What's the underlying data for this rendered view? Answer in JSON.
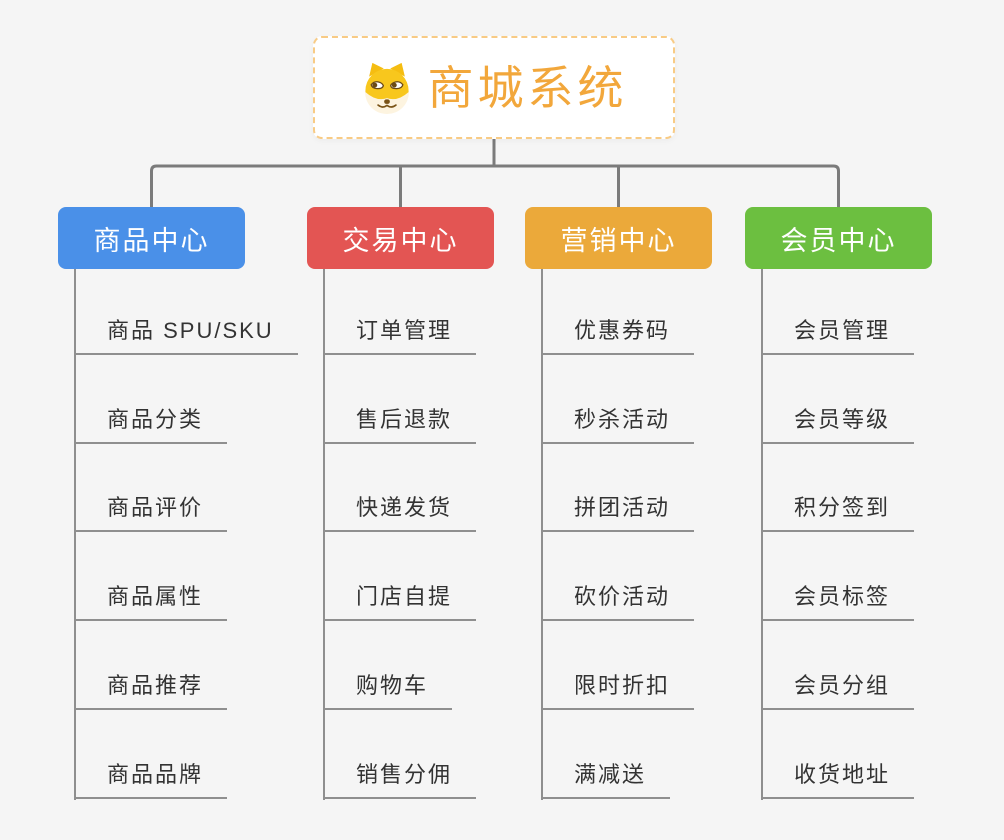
{
  "root": {
    "title": "商城系统",
    "icon": "doge-icon",
    "title_color": "#f2a73b",
    "border_color": "#f8cb85"
  },
  "branches": [
    {
      "label": "商品中心",
      "color": "#4a90e8",
      "items": [
        "商品 SPU/SKU",
        "商品分类",
        "商品评价",
        "商品属性",
        "商品推荐",
        "商品品牌"
      ]
    },
    {
      "label": "交易中心",
      "color": "#e35553",
      "items": [
        "订单管理",
        "售后退款",
        "快递发货",
        "门店自提",
        "购物车",
        "销售分佣"
      ]
    },
    {
      "label": "营销中心",
      "color": "#eba93a",
      "items": [
        "优惠券码",
        "秒杀活动",
        "拼团活动",
        "砍价活动",
        "限时折扣",
        "满减送"
      ]
    },
    {
      "label": "会员中心",
      "color": "#6cbf40",
      "items": [
        "会员管理",
        "会员等级",
        "积分签到",
        "会员标签",
        "会员分组",
        "收货地址"
      ]
    }
  ],
  "colors": {
    "background": "#f5f5f5",
    "connector_line": "#7b7b7b",
    "leaf_line": "#8f8f8f",
    "leaf_text": "#333333",
    "branch_text": "#ffffff"
  }
}
